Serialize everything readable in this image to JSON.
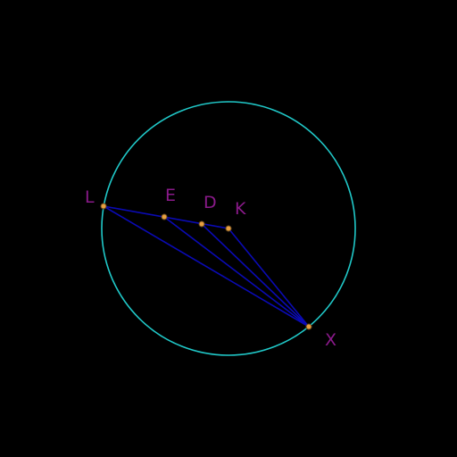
{
  "colors": {
    "background": "#000000",
    "circle": "#20c8c8",
    "segment": "#0a0ab4",
    "point_fill": "#e8a040",
    "point_stroke": "#6a4a20",
    "label": "#8a1a8a"
  },
  "points": {
    "L": {
      "label": "L"
    },
    "E": {
      "label": "E"
    },
    "D": {
      "label": "D"
    },
    "K": {
      "label": "K"
    },
    "X": {
      "label": "X"
    }
  }
}
